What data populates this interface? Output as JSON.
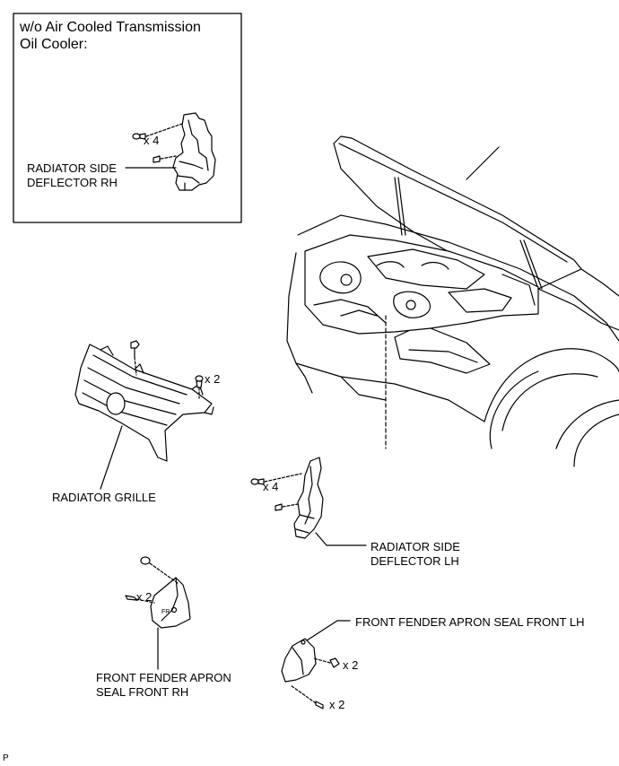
{
  "inset": {
    "title_line1": "w/o Air Cooled Transmission",
    "title_line2": "Oil Cooler:",
    "part_label_line1": "RADIATOR SIDE",
    "part_label_line2": "DEFLECTOR RH",
    "qty": "x 4"
  },
  "parts": {
    "grille_label": "RADIATOR GRILLE",
    "grille_qty": "x 2",
    "deflector_lh_line1": "RADIATOR SIDE",
    "deflector_lh_line2": "DEFLECTOR LH",
    "deflector_lh_qty": "x 4",
    "apron_rh_line1": "FRONT FENDER APRON",
    "apron_rh_line2": "SEAL FRONT RH",
    "apron_rh_qty": "x 2",
    "apron_lh_label": "FRONT FENDER APRON SEAL FRONT LH",
    "apron_lh_qty1": "x 2",
    "apron_lh_qty2": "x 2"
  },
  "footer": {
    "code": "P"
  }
}
